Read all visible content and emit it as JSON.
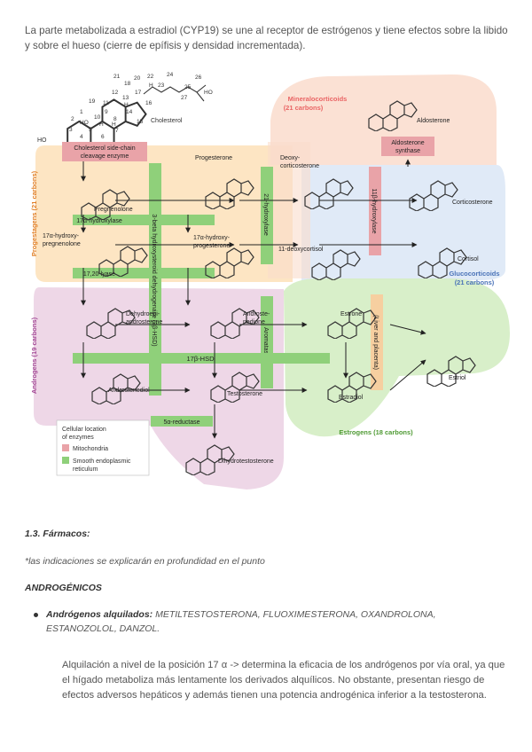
{
  "intro_text": "La parte metabolizada a estradiol (CYP19) se une al receptor de estrógenos y tiene efectos sobre la libido y sobre el hueso (cierre de epífisis y densidad incrementada).",
  "figure": {
    "regions": {
      "progestagens": "Progestagens (21 carbons)",
      "androgens": "Androgens (19 carbons)",
      "mineralocorticoids_1": "Mineralocorticoids",
      "mineralocorticoids_2": "(21 carbons)",
      "glucocorticoids_1": "Glucocorticoids",
      "glucocorticoids_2": "(21 carbons)",
      "estrogens": "Estrogens (18 carbons)"
    },
    "compounds": {
      "cholesterol": "Cholesterol",
      "progesterone": "Progesterone",
      "deoxycorticosterone_1": "Deoxy-",
      "deoxycorticosterone_2": "corticosterone",
      "aldosterone": "Aldosterone",
      "corticosterone": "Corticosterone",
      "pregnenolone": "Pregnenolone",
      "hydroxypregnenolone_1": "17α-hydroxy-",
      "hydroxypregnenolone_2": "pregnenolone",
      "hydroxyprogesterone_1": "17α-hydroxy-",
      "hydroxyprogesterone_2": "progesterone",
      "deoxycortisol": "11-deoxycortisol",
      "cortisol": "Cortisol",
      "dhea_1": "Dehydroepi-",
      "dhea_2": "androsterone",
      "androstenedione_1": "Androste-",
      "androstenedione_2": "nedione",
      "estrone": "Estrone",
      "estriol": "Estriol",
      "androstenediol": "Androstenediol",
      "testosterone": "Testosterone",
      "estradiol": "Estradiol",
      "dihydrotestosterone": "Dihydrotestosterone"
    },
    "enzymes": {
      "scc_1": "Cholesterol side-chain",
      "scc_2": "cleavage enzyme",
      "aldosterone_synthase_1": "Aldosterone",
      "aldosterone_synthase_2": "synthase",
      "hydroxylase_17a": "17α-hydroxylase",
      "lyase_1720": "17,20-lyase",
      "hsd_3b": "3-beta hydroxysteroid dehydrogenase (3β-HSD)",
      "hydroxylase_21": "21-hydroxylase",
      "hydroxylase_11b": "11β-hydroxylase",
      "aromatase": "Aromatase",
      "liver_placenta": "(Liver and placenta)",
      "hsd_17b": "17β-HSD",
      "reductase_5a": "5α-reductase"
    },
    "legend": {
      "title_1": "Cellular location",
      "title_2": "of enzymes",
      "mitochondria": "Mitochondria",
      "ser_1": "Smooth endoplasmic",
      "ser_2": "reticulum"
    },
    "atom_numbers": [
      "21",
      "20",
      "22",
      "24",
      "26",
      "18",
      "23",
      "25",
      "27",
      "19",
      "12",
      "17",
      "11",
      "13",
      "16",
      "1",
      "9",
      "14",
      "15",
      "2",
      "10",
      "8",
      "3",
      "5",
      "7",
      "4",
      "6",
      "H",
      "H",
      "H",
      "H",
      "HO"
    ],
    "colors": {
      "mitochondria": "#e9a3a8",
      "ser": "#8fd07a",
      "progestagen_bg": "#fde2bd",
      "androgen_bg": "#ecd3e4",
      "mineralo_bg": "#fadccc",
      "gluco_bg": "#dde8f6",
      "estrogen_bg": "#d6eec6"
    }
  },
  "section_title": "1.3. Fármacos:",
  "note": "*las indicaciones se explicarán en profundidad en el punto",
  "category": "ANDROGÉNICOS",
  "bullet": {
    "label": "Andrógenos alquilados:",
    "drugs": "METILTESTOSTERONA, FLUOXIMESTERONA, OXANDROLONA, ESTANOZOLOL, DANZOL."
  },
  "paragraph": "Alquilación a nivel de la posición 17 α -> determina la eficacia de los andrógenos por vía oral, ya que el hígado metaboliza más lentamente los derivados alquílicos. No obstante, presentan riesgo de efectos adversos hepáticos y además tienen una potencia androgénica inferior a la testosterona."
}
